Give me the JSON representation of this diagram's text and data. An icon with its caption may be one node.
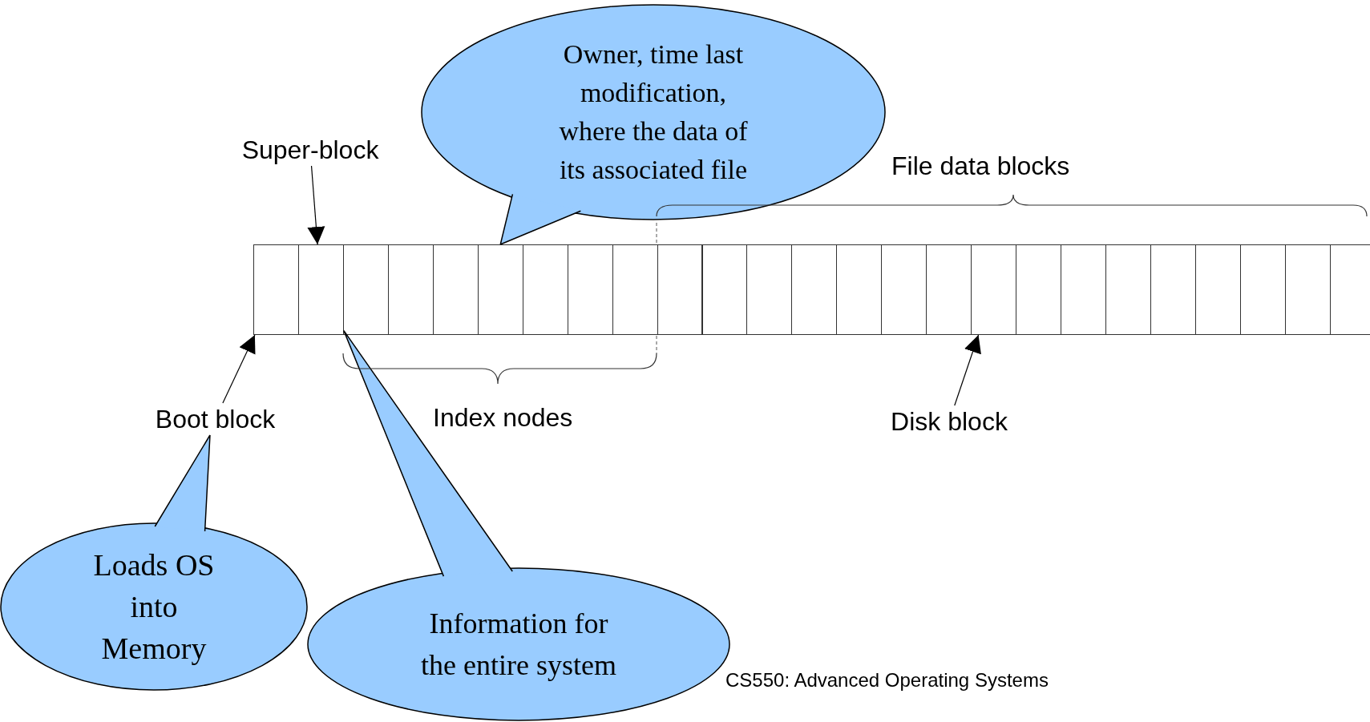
{
  "diagram": {
    "nodes": [
      {
        "text": [
          "Owner, time last modification, where the data of its associated file"
        ]
      },
      {
        "text": [
          "Super-block"
        ]
      },
      {
        "text": [],
        "shape": "box"
      },
      {
        "text": [],
        "shape": "box"
      },
      {
        "text": [],
        "shape": "box"
      },
      {
        "text": [],
        "shape": "box"
      },
      {
        "text": [],
        "shape": "box"
      },
      {
        "text": [],
        "shape": "box"
      },
      {
        "text": [],
        "shape": "box"
      },
      {
        "text": [],
        "shape": "box"
      },
      {
        "text": [],
        "shape": "box"
      },
      {
        "text": [],
        "shape": "box"
      },
      {
        "text": [],
        "shape": "box"
      },
      {
        "text": [],
        "shape": "box"
      },
      {
        "text": [],
        "shape": "box"
      },
      {
        "text": [],
        "shape": "box"
      },
      {
        "text": [],
        "shape": "box"
      },
      {
        "text": [],
        "shape": "box"
      },
      {
        "text": [],
        "shape": "box"
      },
      {
        "text": [],
        "shape": "box"
      },
      {
        "text": [],
        "shape": "box"
      },
      {
        "text": [],
        "shape": "box"
      },
      {
        "text": [],
        "shape": "box"
      },
      {
        "text": [],
        "shape": "box"
      },
      {
        "text": [],
        "shape": "box"
      },
      {
        "text": [],
        "shape": "box"
      },
      {
        "text": [],
        "shape": "box"
      },
      {
        "text": [
          "Boot block"
        ]
      },
      {
        "text": [
          "Disk block"
        ]
      },
      {
        "text": [
          "Loads OS into Memory"
        ]
      },
      {
        "text": [
          "Information for the entire system"
        ]
      }
    ],
    "edges": [
      {
        "from": 1,
        "to": 3,
        "arrow": "to"
      },
      {
        "from": 27,
        "to": 2,
        "arrow": "to"
      },
      {
        "from": 28,
        "to": 18,
        "arrow": "to"
      },
      {
        "from": 0,
        "to": 7,
        "arrow": "none"
      },
      {
        "from": 29,
        "to": 27,
        "arrow": "none"
      },
      {
        "from": 30,
        "to": 3,
        "arrow": "none"
      }
    ],
    "labels": [
      "File data blocks",
      "Index nodes",
      "CS550: Advanced Operating Systems"
    ]
  }
}
